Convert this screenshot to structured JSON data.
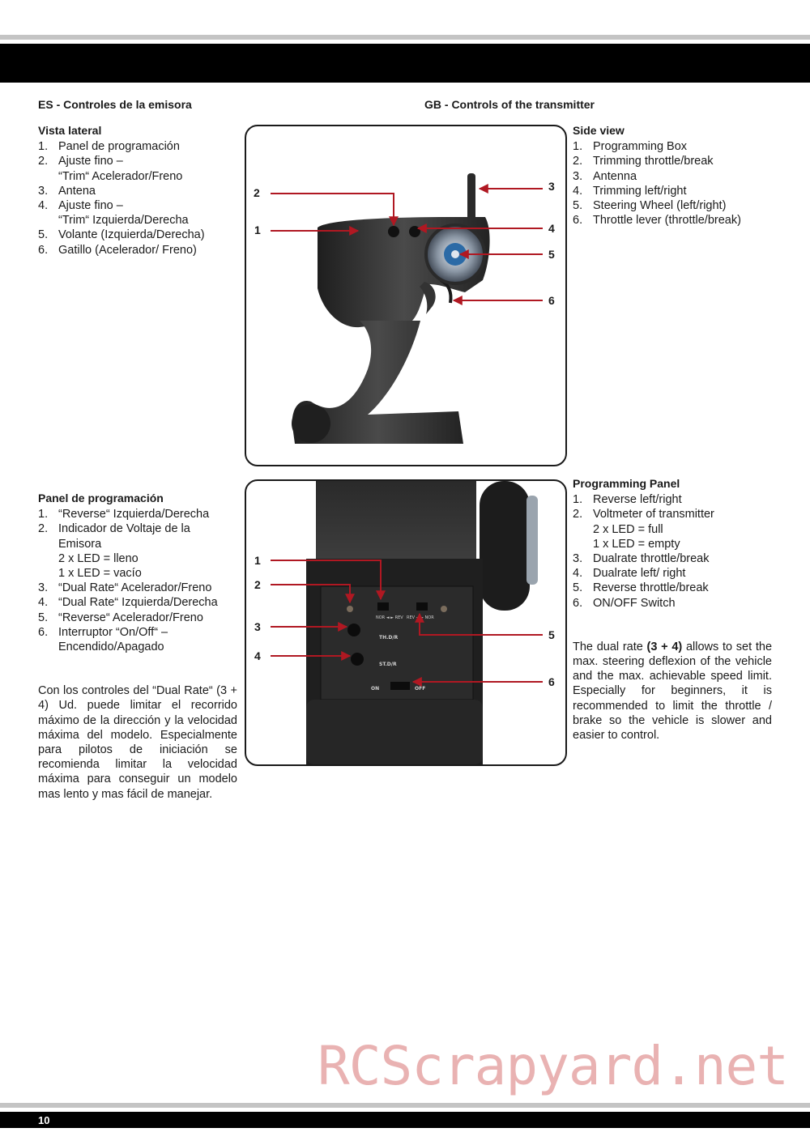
{
  "headings": {
    "es": "ES - Controles de la emisora",
    "gb": "GB - Controls of the transmitter"
  },
  "es_side": {
    "title": "Vista lateral",
    "items": [
      {
        "num": "1.",
        "lines": [
          "Panel de programación"
        ]
      },
      {
        "num": "2.",
        "lines": [
          "Ajuste fino –",
          "“Trim“ Acelerador/Freno"
        ]
      },
      {
        "num": "3.",
        "lines": [
          "Antena"
        ]
      },
      {
        "num": "4.",
        "lines": [
          "Ajuste fino –",
          "“Trim“ Izquierda/Derecha"
        ]
      },
      {
        "num": "5.",
        "lines": [
          "Volante (Izquierda/Derecha)"
        ]
      },
      {
        "num": "6.",
        "lines": [
          "Gatillo (Acelerador/ Freno)"
        ]
      }
    ]
  },
  "gb_side": {
    "title": "Side view",
    "items": [
      {
        "num": "1.",
        "lines": [
          "Programming Box"
        ]
      },
      {
        "num": "2.",
        "lines": [
          "Trimming throttle/break"
        ]
      },
      {
        "num": "3.",
        "lines": [
          "Antenna"
        ]
      },
      {
        "num": "4.",
        "lines": [
          "Trimming left/right"
        ]
      },
      {
        "num": "5.",
        "lines": [
          "Steering Wheel (left/right)"
        ]
      },
      {
        "num": "6.",
        "lines": [
          "Throttle lever (throttle/break)"
        ]
      }
    ]
  },
  "es_panel": {
    "title": "Panel de programación",
    "items": [
      {
        "num": "1.",
        "lines": [
          "“Reverse“ Izquierda/Derecha"
        ]
      },
      {
        "num": "2.",
        "lines": [
          "Indicador de Voltaje de la",
          "Emisora",
          "2 x LED = lleno",
          "1 x LED = vacío"
        ]
      },
      {
        "num": "3.",
        "lines": [
          "“Dual Rate“ Acelerador/Freno"
        ]
      },
      {
        "num": "4.",
        "lines": [
          "“Dual Rate“ Izquierda/Derecha"
        ]
      },
      {
        "num": "5.",
        "lines": [
          "“Reverse“ Acelerador/Freno"
        ]
      },
      {
        "num": "6.",
        "lines": [
          "Interruptor “On/Off“ –",
          "Encendido/Apagado"
        ]
      }
    ],
    "paragraph": "Con los controles del “Dual Rate“ (3 + 4) Ud. puede limitar el recorrido máximo de la dirección y la velocidad máxima del modelo. Especialmente para pilotos de iniciación se recomienda limitar la velocidad máxima para conseguir un modelo mas lento y mas fácil de manejar."
  },
  "gb_panel": {
    "title": "Programming Panel",
    "items": [
      {
        "num": "1.",
        "lines": [
          "Reverse left/right"
        ]
      },
      {
        "num": "2.",
        "lines": [
          "Voltmeter of transmitter",
          "2 x LED = full",
          "1 x LED = empty"
        ]
      },
      {
        "num": "3.",
        "lines": [
          "Dualrate throttle/break"
        ]
      },
      {
        "num": "4.",
        "lines": [
          "Dualrate left/ right"
        ]
      },
      {
        "num": "5.",
        "lines": [
          "Reverse throttle/break"
        ]
      },
      {
        "num": "6.",
        "lines": [
          "ON/OFF Switch"
        ]
      }
    ],
    "paragraph_pre": "The dual rate ",
    "paragraph_bold": "(3 + 4)",
    "paragraph_post": " allows to set the max. steering deflexion of the vehicle and the max. achievable speed limit. Especially for beginners, it is recommended to limit the throttle / brake so the vehicle is slower and easier to control."
  },
  "side_callouts": [
    "2",
    "1",
    "3",
    "4",
    "5",
    "6"
  ],
  "panel_callouts": [
    "1",
    "2",
    "3",
    "4",
    "5",
    "6"
  ],
  "panel_labels": {
    "th_dr": "TH.D/R",
    "st_dr": "ST.D/R",
    "on": "ON",
    "off": "OFF",
    "nor_rev_left": "NOR ◄ ► REV",
    "rev_nor_right": "REV ◄ ► NOR"
  },
  "colors": {
    "arrow_red": "#b01822",
    "body_dark": "#2c2c2c",
    "bar": "#000000",
    "rule_gray": "#c4c4c4",
    "watermark": "#e9b2b2"
  },
  "page_number": "10",
  "watermark": "RCScrapyard.net"
}
